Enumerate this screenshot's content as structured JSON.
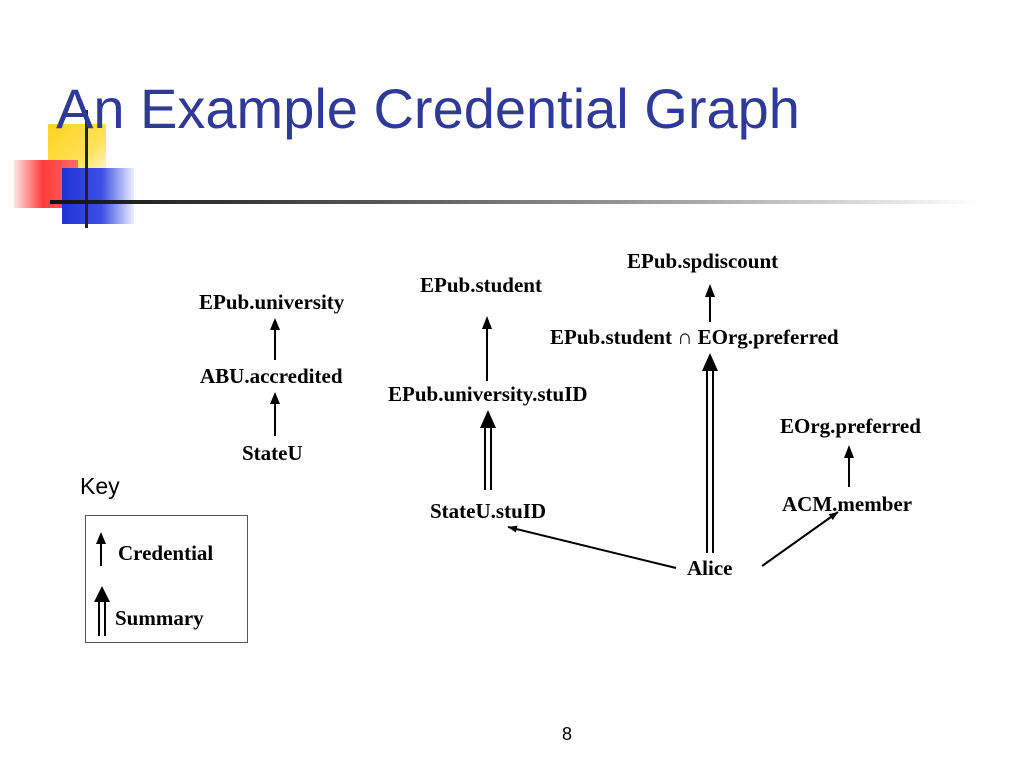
{
  "slide": {
    "title": "An Example Credential Graph",
    "page_number": "8"
  },
  "nodes": {
    "epub_university": "EPub.university",
    "abu_accredited": "ABU.accredited",
    "stateu": "StateU",
    "epub_student": "EPub.student",
    "epub_university_stuid": "EPub.university.stuID",
    "stateu_stuid": "StateU.stuID",
    "epub_spdiscount": "EPub.spdiscount",
    "intersection_left": "EPub.student",
    "intersection_symbol": "∩",
    "intersection_right": "EOrg.preferred",
    "eorg_preferred": "EOrg.preferred",
    "acm_member": "ACM.member",
    "alice": "Alice"
  },
  "key": {
    "title": "Key",
    "credential_label": "Credential",
    "summary_label": "Summary"
  }
}
